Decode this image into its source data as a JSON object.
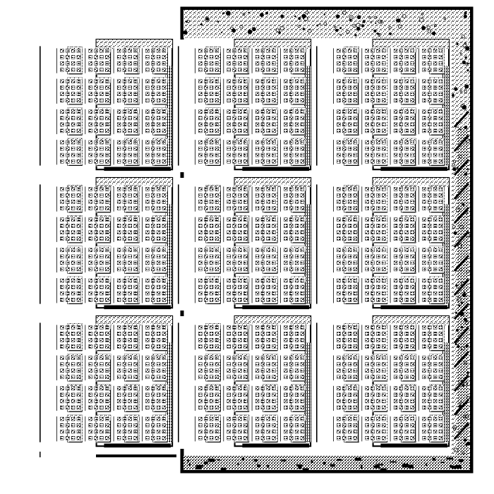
{
  "image": {
    "description_kind": "recursive-halftone-tiling",
    "grid": {
      "rows": 3,
      "cols": 3
    },
    "colors": {
      "background": "#ffffff",
      "ink": "#000000",
      "paper": "#ffffff"
    },
    "icons": {
      "tile": "recursive-thumbnail-icon",
      "frame": "outer-frame-border",
      "texture": "noise-texture"
    }
  }
}
